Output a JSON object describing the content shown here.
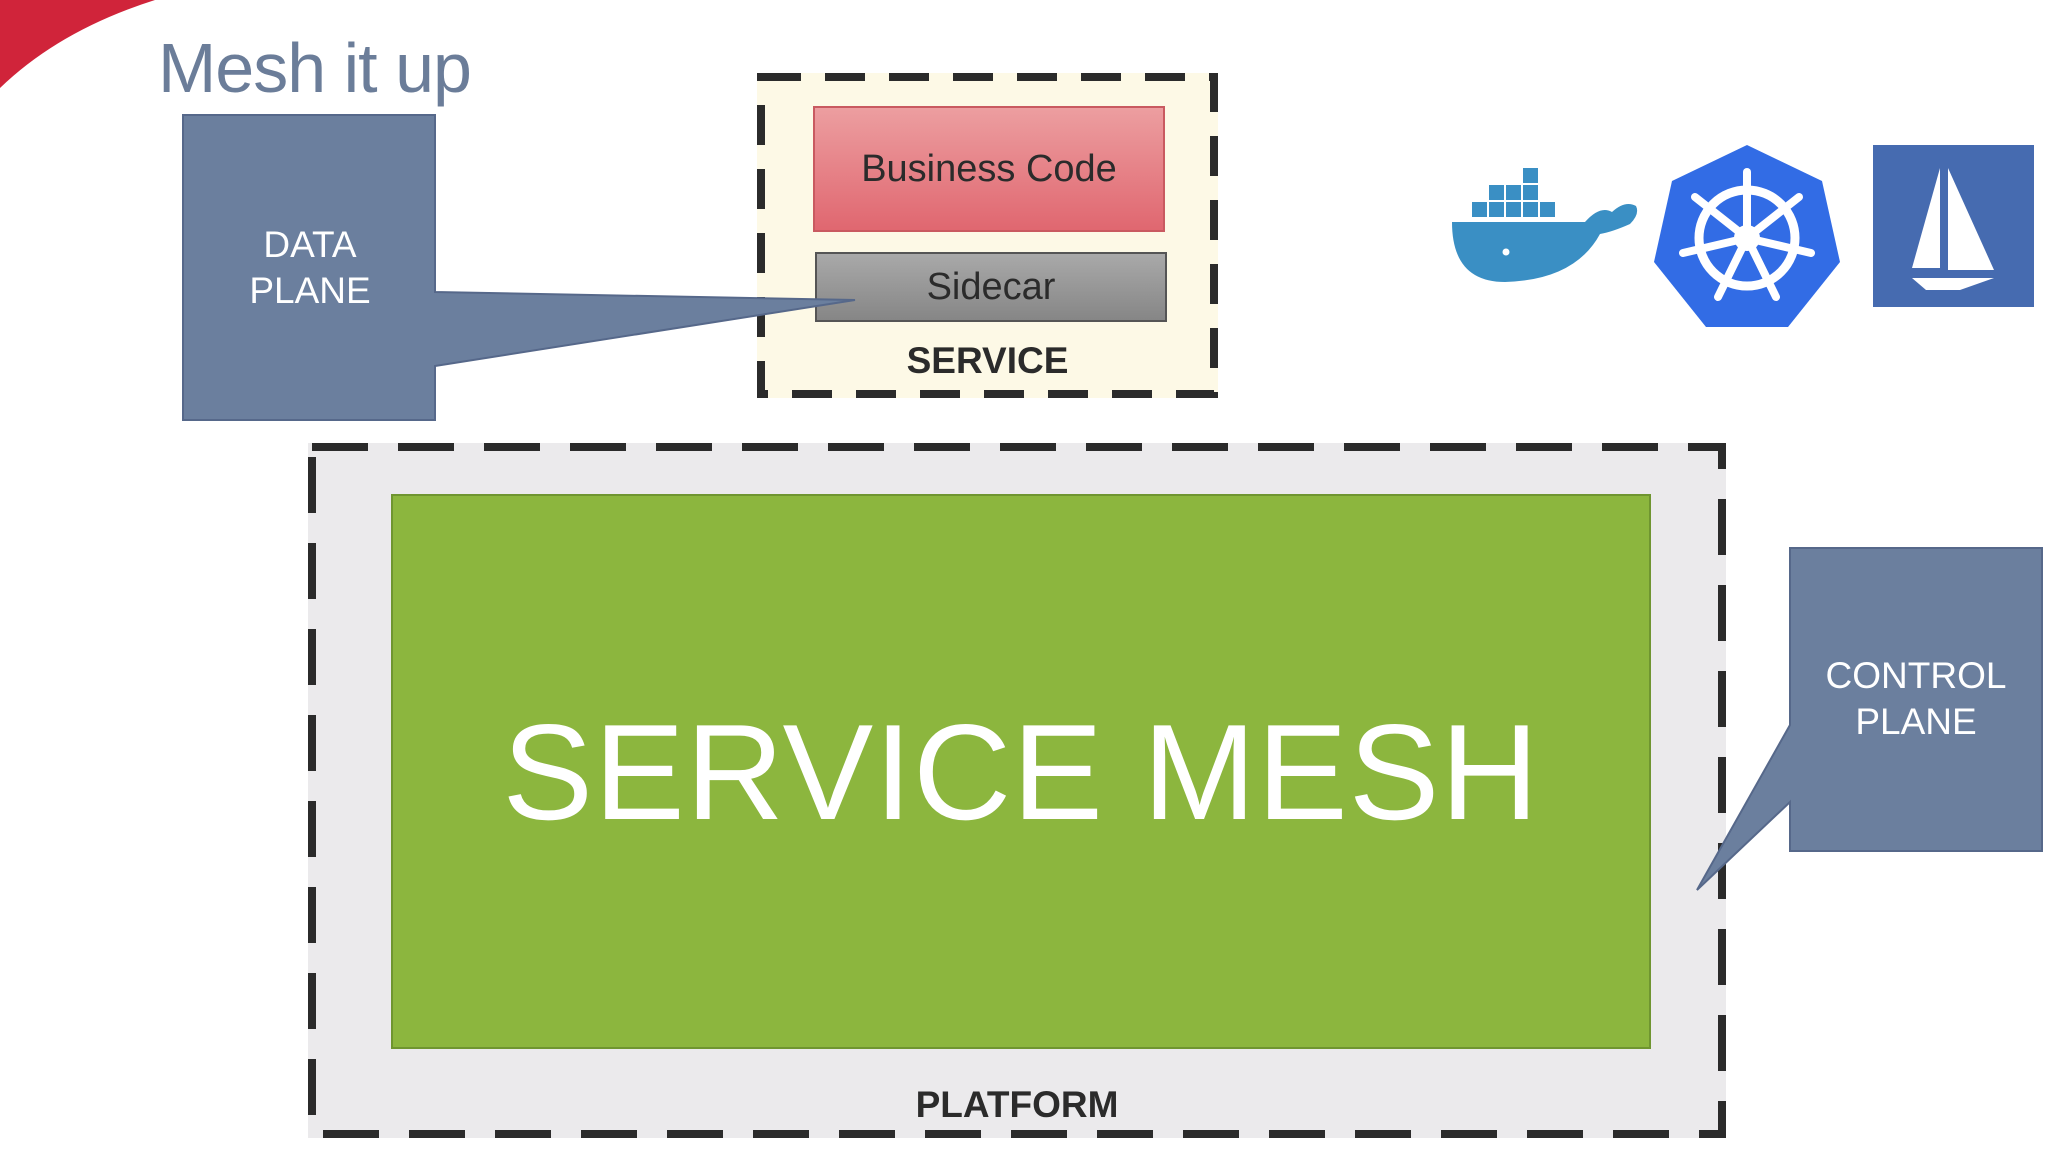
{
  "title": "Mesh it up",
  "service": {
    "business_code": "Business Code",
    "sidecar": "Sidecar",
    "label": "SERVICE"
  },
  "data_plane": {
    "line1": "DATA",
    "line2": "PLANE"
  },
  "service_mesh": "SERVICE MESH",
  "platform_label": "PLATFORM",
  "control_plane": {
    "line1": "CONTROL",
    "line2": "PLANE"
  },
  "logos": [
    "docker-logo",
    "kubernetes-logo",
    "istio-logo"
  ],
  "colors": {
    "accent_red": "#d0243a",
    "callout": "#6b7f9e",
    "mesh_green": "#8cb63e",
    "business_red": "#e47a80",
    "sidecar_gray": "#939393",
    "docker_blue": "#3a8fc4",
    "kubernetes_blue": "#326ce5",
    "istio_blue": "#466bb0"
  }
}
